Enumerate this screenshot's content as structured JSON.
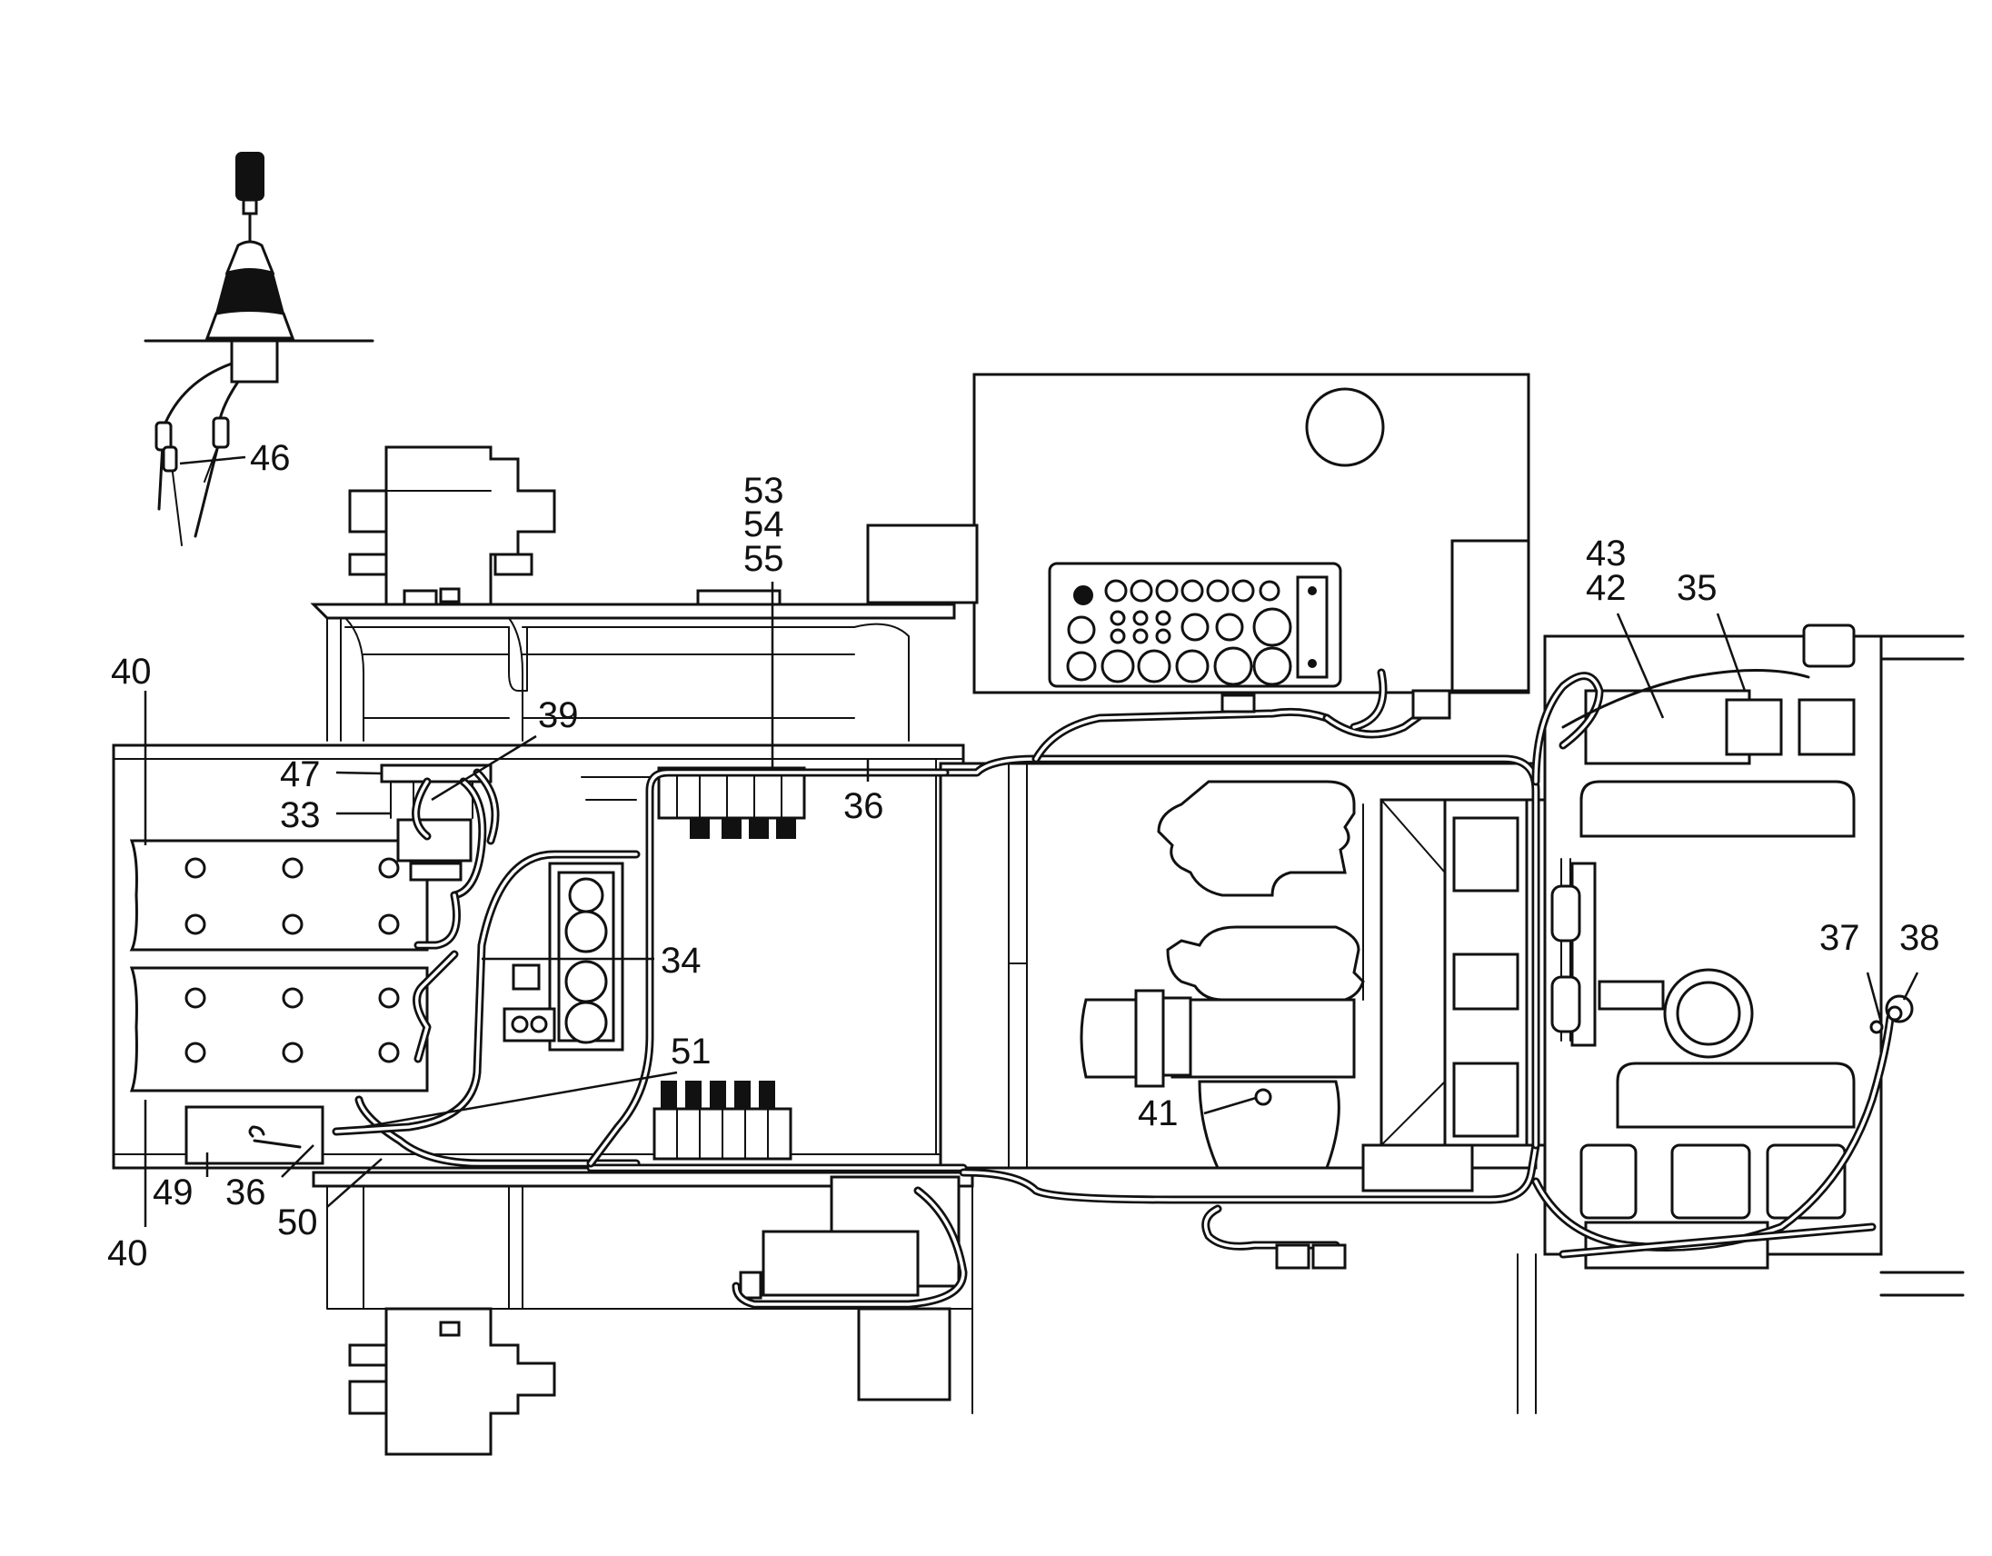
{
  "callouts": [
    {
      "id": "c46",
      "text": "46"
    },
    {
      "id": "c53",
      "text": "53"
    },
    {
      "id": "c54",
      "text": "54"
    },
    {
      "id": "c55",
      "text": "55"
    },
    {
      "id": "c43",
      "text": "43"
    },
    {
      "id": "c42",
      "text": "42"
    },
    {
      "id": "c35",
      "text": "35"
    },
    {
      "id": "c40a",
      "text": "40"
    },
    {
      "id": "c39",
      "text": "39"
    },
    {
      "id": "c47",
      "text": "47"
    },
    {
      "id": "c33",
      "text": "33"
    },
    {
      "id": "c36a",
      "text": "36"
    },
    {
      "id": "c34",
      "text": "34"
    },
    {
      "id": "c51",
      "text": "51"
    },
    {
      "id": "c37",
      "text": "37"
    },
    {
      "id": "c38",
      "text": "38"
    },
    {
      "id": "c41",
      "text": "41"
    },
    {
      "id": "c49",
      "text": "49"
    },
    {
      "id": "c36b",
      "text": "36"
    },
    {
      "id": "c50",
      "text": "50"
    },
    {
      "id": "c40b",
      "text": "40"
    }
  ]
}
